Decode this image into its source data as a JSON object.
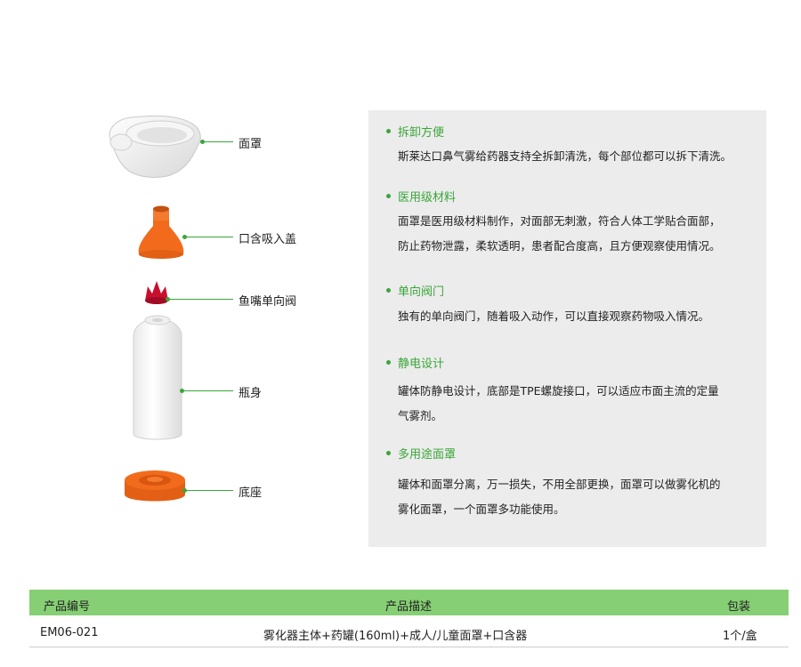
{
  "parts": [
    {
      "label": "面罩"
    },
    {
      "label": "口含吸入盖"
    },
    {
      "label": "鱼嘴单向阀"
    },
    {
      "label": "瓶身"
    },
    {
      "label": "底座"
    }
  ],
  "features": [
    {
      "title": "拆卸方便",
      "lines": [
        "斯莱达口鼻气雾给药器支持全拆卸清洗，每个部位都可以拆下清洗。"
      ]
    },
    {
      "title": "医用级材料",
      "lines": [
        "面罩是医用级材料制作，对面部无刺激，符合人体工学贴合面部，",
        "防止药物泄露，柔软透明，患者配合度高，且方便观察使用情况。"
      ]
    },
    {
      "title": "单向阀门",
      "lines": [
        "独有的单向阀门，随着吸入动作，可以直接观察药物吸入情况。"
      ]
    },
    {
      "title": "静电设计",
      "lines": [
        "罐体防静电设计，底部是TPE螺旋接口，可以适应市面主流的定量",
        "气雾剂。"
      ]
    },
    {
      "title": "多用途面罩",
      "lines": [
        "罐体和面罩分离，万一损失，不用全部更换，面罩可以做雾化机的",
        "雾化面罩，一个面罩多功能使用。"
      ]
    }
  ],
  "table": {
    "headers": [
      "产品编号",
      "产品描述",
      "包装"
    ],
    "rows": [
      [
        "EM06-021",
        "雾化器主体+药罐(160ml)+成人/儿童面罩+口含器",
        "1个/盒"
      ]
    ]
  },
  "colors": {
    "accent": "#3aa63a",
    "table_header": "#86cf74",
    "panel": "#ececec",
    "part_orange": "#f26b1d",
    "valve_red": "#c8102e"
  }
}
